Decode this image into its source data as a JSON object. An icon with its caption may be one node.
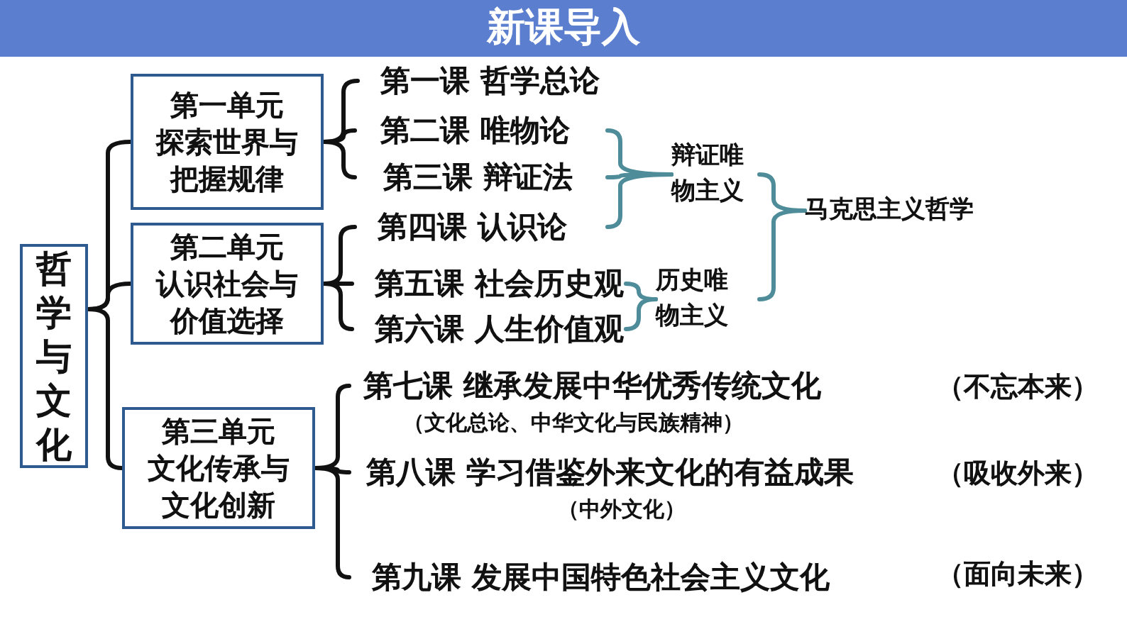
{
  "diagram": {
    "title": "新课导入",
    "nodes": [
      {
        "text": [
          "哲学与文化"
        ]
      },
      {
        "text": [
          "第一单元",
          "探索世界与把握规律"
        ]
      },
      {
        "text": [
          "第二单元",
          "认识社会与价值选择"
        ]
      },
      {
        "text": [
          "第三单元",
          "文化传承与文化创新"
        ]
      },
      {
        "text": [
          "第一课 哲学总论"
        ]
      },
      {
        "text": [
          "第二课 唯物论"
        ]
      },
      {
        "text": [
          "第三课 辩证法"
        ]
      },
      {
        "text": [
          "第四课 认识论"
        ]
      },
      {
        "text": [
          "第五课 社会历史观"
        ]
      },
      {
        "text": [
          "第六课 人生价值观"
        ]
      },
      {
        "text": [
          "第七课 继承发展中华优秀传统文化"
        ],
        "beside": [
          "（文化总论、中华文化与民族精神）"
        ]
      },
      {
        "text": [
          "第八课 学习借鉴外来文化的有益成果"
        ],
        "beside": [
          "（中外文化）"
        ]
      },
      {
        "text": [
          "第九课 发展中国特色社会主义文化"
        ]
      },
      {
        "text": [
          "辩证唯物主义"
        ]
      },
      {
        "text": [
          "历史唯物主义"
        ]
      },
      {
        "text": [
          "马克思主义哲学"
        ]
      }
    ],
    "edges": [
      {
        "from": 0,
        "to": 1,
        "arrow": "none"
      },
      {
        "from": 0,
        "to": 2,
        "arrow": "none"
      },
      {
        "from": 0,
        "to": 3,
        "arrow": "none"
      },
      {
        "from": 1,
        "to": 4,
        "arrow": "none"
      },
      {
        "from": 1,
        "to": 5,
        "arrow": "none"
      },
      {
        "from": 1,
        "to": 6,
        "arrow": "none"
      },
      {
        "from": 2,
        "to": 7,
        "arrow": "none"
      },
      {
        "from": 2,
        "to": 8,
        "arrow": "none"
      },
      {
        "from": 2,
        "to": 9,
        "arrow": "none"
      },
      {
        "from": 3,
        "to": 10,
        "arrow": "none"
      },
      {
        "from": 3,
        "to": 11,
        "arrow": "none"
      },
      {
        "from": 3,
        "to": 12,
        "arrow": "none"
      },
      {
        "from": 5,
        "to": 13,
        "arrow": "none",
        "color": "#4e8c9a"
      },
      {
        "from": 6,
        "to": 13,
        "arrow": "none",
        "color": "#4e8c9a"
      },
      {
        "from": 7,
        "to": 13,
        "arrow": "none",
        "color": "#4e8c9a"
      },
      {
        "from": 8,
        "to": 14,
        "arrow": "none",
        "color": "#4e8c9a"
      },
      {
        "from": 9,
        "to": 14,
        "arrow": "none",
        "color": "#4e8c9a"
      },
      {
        "from": 13,
        "to": 15,
        "arrow": "none",
        "color": "#4e8c9a"
      },
      {
        "from": 14,
        "to": 15,
        "arrow": "none",
        "color": "#4e8c9a"
      }
    ],
    "labels": [
      "（不忘本来）",
      "（吸收外来）",
      "（面向未来）"
    ]
  }
}
